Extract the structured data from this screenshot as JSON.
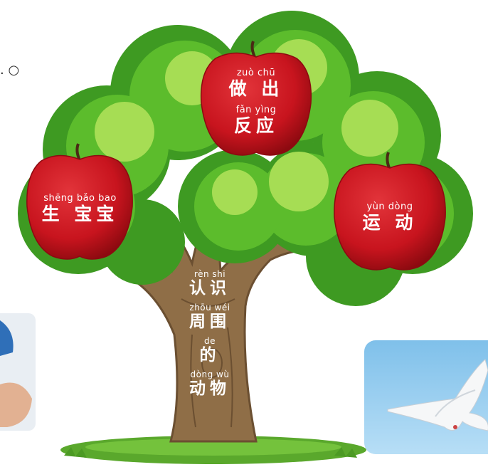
{
  "apples": {
    "top": {
      "line1_pinyin": "zuò chū",
      "line1_hanzi": "做 出",
      "line2_pinyin": "fǎn yìng",
      "line2_hanzi": "反应"
    },
    "left": {
      "pinyin": "shēng bǎo bao",
      "hanzi": "生 宝宝"
    },
    "right": {
      "pinyin": "yùn dòng",
      "hanzi": "运 动"
    }
  },
  "trunk": {
    "line1_pinyin": "rèn shi",
    "line1_hanzi": "认识",
    "line2_pinyin": "zhōu wéi",
    "line2_hanzi": "周围",
    "line3_pinyin": "de",
    "line3_hanzi": "的",
    "line4_pinyin": "dòng wù",
    "line4_hanzi": "动物"
  },
  "decor": {
    "dots": ". ○"
  },
  "colors": {
    "leaf_dark": "#3e9a22",
    "leaf_mid": "#5cbc2c",
    "leaf_light": "#a6dd54",
    "apple_red": "#c8141e",
    "apple_dark": "#8c0a10",
    "trunk": "#8f6e47",
    "trunk_dark": "#6b4f31",
    "grass": "#5aa82c",
    "sky_photo": "#8cc8ee"
  }
}
